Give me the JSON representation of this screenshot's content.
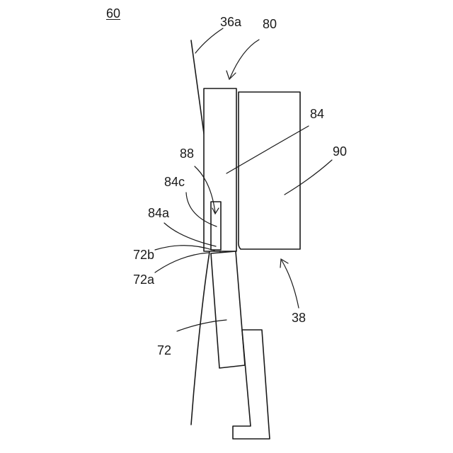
{
  "figure_label": "60",
  "labels": {
    "l36a": "36a",
    "l80": "80",
    "l84": "84",
    "l90": "90",
    "l88": "88",
    "l84c": "84c",
    "l84a": "84a",
    "l72b": "72b",
    "l72a": "72a",
    "l38": "38",
    "l72": "72"
  }
}
